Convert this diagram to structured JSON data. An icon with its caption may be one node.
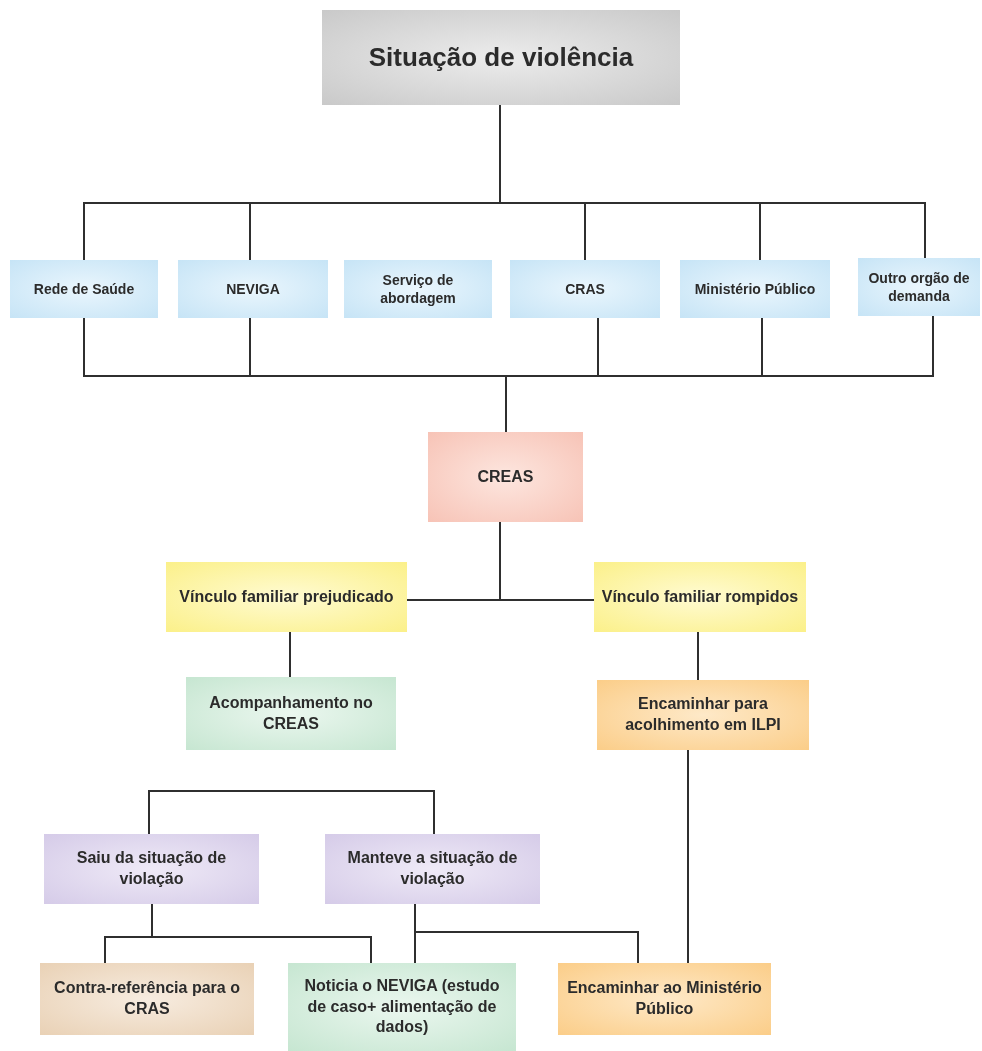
{
  "diagram": {
    "nodes": [
      {
        "text": [
          "Situação de violência"
        ]
      },
      {
        "text": [
          "Rede de Saúde"
        ]
      },
      {
        "text": [
          "NEVIGA"
        ]
      },
      {
        "text": [
          "Serviço de abordagem"
        ]
      },
      {
        "text": [
          "CRAS"
        ]
      },
      {
        "text": [
          "Ministério Público"
        ]
      },
      {
        "text": [
          "Outro orgão de demanda"
        ]
      },
      {
        "text": [
          "CREAS"
        ]
      },
      {
        "text": [
          "Vínculo familiar prejudicado"
        ]
      },
      {
        "text": [
          "Vínculo familiar rompidos"
        ]
      },
      {
        "text": [
          "Acompanhamento no CREAS"
        ]
      },
      {
        "text": [
          "Encaminhar para acolhimento em ILPI"
        ]
      },
      {
        "text": [
          "Saiu da situação de violação"
        ]
      },
      {
        "text": [
          "Manteve a situação de violação"
        ]
      },
      {
        "text": [
          "Contra-referência para o CRAS"
        ]
      },
      {
        "text": [
          "Noticia o NEVIGA (estudo de caso+ alimentação de dados)"
        ]
      },
      {
        "text": [
          "Encaminhar ao Ministério Público"
        ]
      }
    ],
    "edges": [
      {
        "from": 0,
        "to": 1,
        "arrow": "none"
      },
      {
        "from": 0,
        "to": 2,
        "arrow": "none"
      },
      {
        "from": 0,
        "to": 4,
        "arrow": "none"
      },
      {
        "from": 0,
        "to": 5,
        "arrow": "none"
      },
      {
        "from": 0,
        "to": 6,
        "arrow": "none"
      },
      {
        "from": 1,
        "to": 7,
        "arrow": "none"
      },
      {
        "from": 2,
        "to": 7,
        "arrow": "none"
      },
      {
        "from": 4,
        "to": 7,
        "arrow": "none"
      },
      {
        "from": 5,
        "to": 7,
        "arrow": "none"
      },
      {
        "from": 6,
        "to": 7,
        "arrow": "none"
      },
      {
        "from": 7,
        "to": 8,
        "arrow": "none"
      },
      {
        "from": 7,
        "to": 9,
        "arrow": "none"
      },
      {
        "from": 8,
        "to": 10,
        "arrow": "none"
      },
      {
        "from": 9,
        "to": 11,
        "arrow": "none"
      },
      {
        "from": null,
        "to": 12,
        "arrow": "none"
      },
      {
        "from": null,
        "to": 13,
        "arrow": "none"
      },
      {
        "from": 12,
        "to": 14,
        "arrow": "none"
      },
      {
        "from": 12,
        "to": 15,
        "arrow": "none"
      },
      {
        "from": 13,
        "to": 15,
        "arrow": "none"
      },
      {
        "from": 13,
        "to": 16,
        "arrow": "none"
      },
      {
        "from": 11,
        "to": 16,
        "arrow": "none"
      }
    ]
  }
}
